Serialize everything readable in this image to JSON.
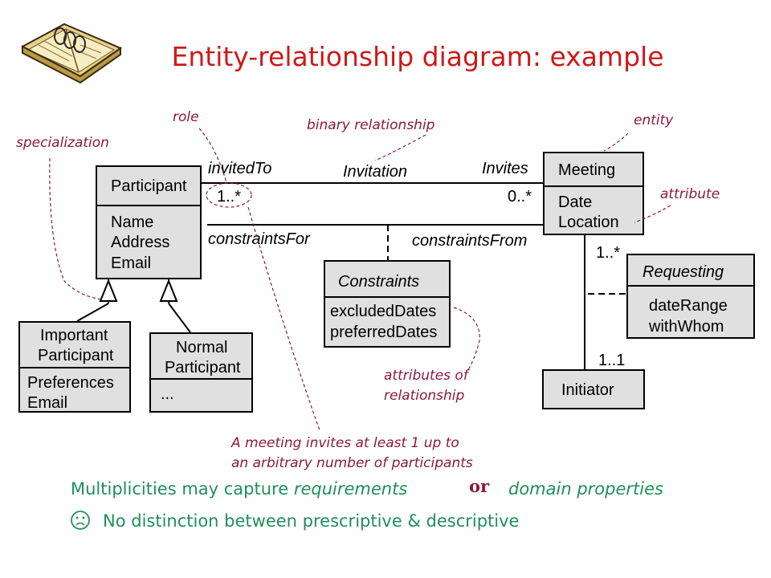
{
  "title": "Entity-relationship diagram: example",
  "colors": {
    "title": "#cc1a1a",
    "annotation": "#8b1a3c",
    "footnote": "#1f8f5a",
    "box_fill": "#e0e0e0"
  },
  "icon": "open-book-icon",
  "entities": {
    "participant": {
      "name": "Participant",
      "attributes": [
        "Name",
        "Address",
        "Email"
      ]
    },
    "meeting": {
      "name": "Meeting",
      "attributes": [
        "Date",
        "Location"
      ]
    },
    "important_participant": {
      "name_lines": [
        "Important",
        "Participant"
      ],
      "attributes": [
        "Preferences",
        "Email"
      ]
    },
    "normal_participant": {
      "name_lines": [
        "Normal",
        "Participant"
      ],
      "attributes": [
        "..."
      ]
    },
    "constraints": {
      "name": "Constraints",
      "attributes": [
        "excludedDates",
        "preferredDates"
      ]
    },
    "requesting": {
      "name": "Requesting",
      "attributes": [
        "dateRange",
        "withWhom"
      ]
    },
    "initiator": {
      "name": "Initiator"
    }
  },
  "edge_labels": {
    "invited_to": "invitedTo",
    "invitation": "Invitation",
    "invites": "Invites",
    "constraints_for": "constraintsFor",
    "constraints_from": "constraintsFrom"
  },
  "multiplicities": {
    "participant_side": "1..*",
    "meeting_side": "0..*",
    "meeting_requesting": "1..*",
    "initiator_side": "1..1"
  },
  "annotations": {
    "role": "role",
    "binary_relationship": "binary relationship",
    "entity": "entity",
    "specialization": "specialization",
    "attribute": "attribute",
    "attributes_of_relationship_line1": "attributes of",
    "attributes_of_relationship_line2": "relationship",
    "multiplicity_note_line1": "A meeting invites at least 1 up to",
    "multiplicity_note_line2": "an arbitrary number of participants"
  },
  "footnotes": {
    "line1_before": "Multiplicities may capture ",
    "line1_italic_1": "requirements",
    "line1_or": "or",
    "line1_italic_2": "domain properties",
    "line2_icon": "frown-face-icon",
    "line2_text": "No distinction between prescriptive & descriptive"
  }
}
